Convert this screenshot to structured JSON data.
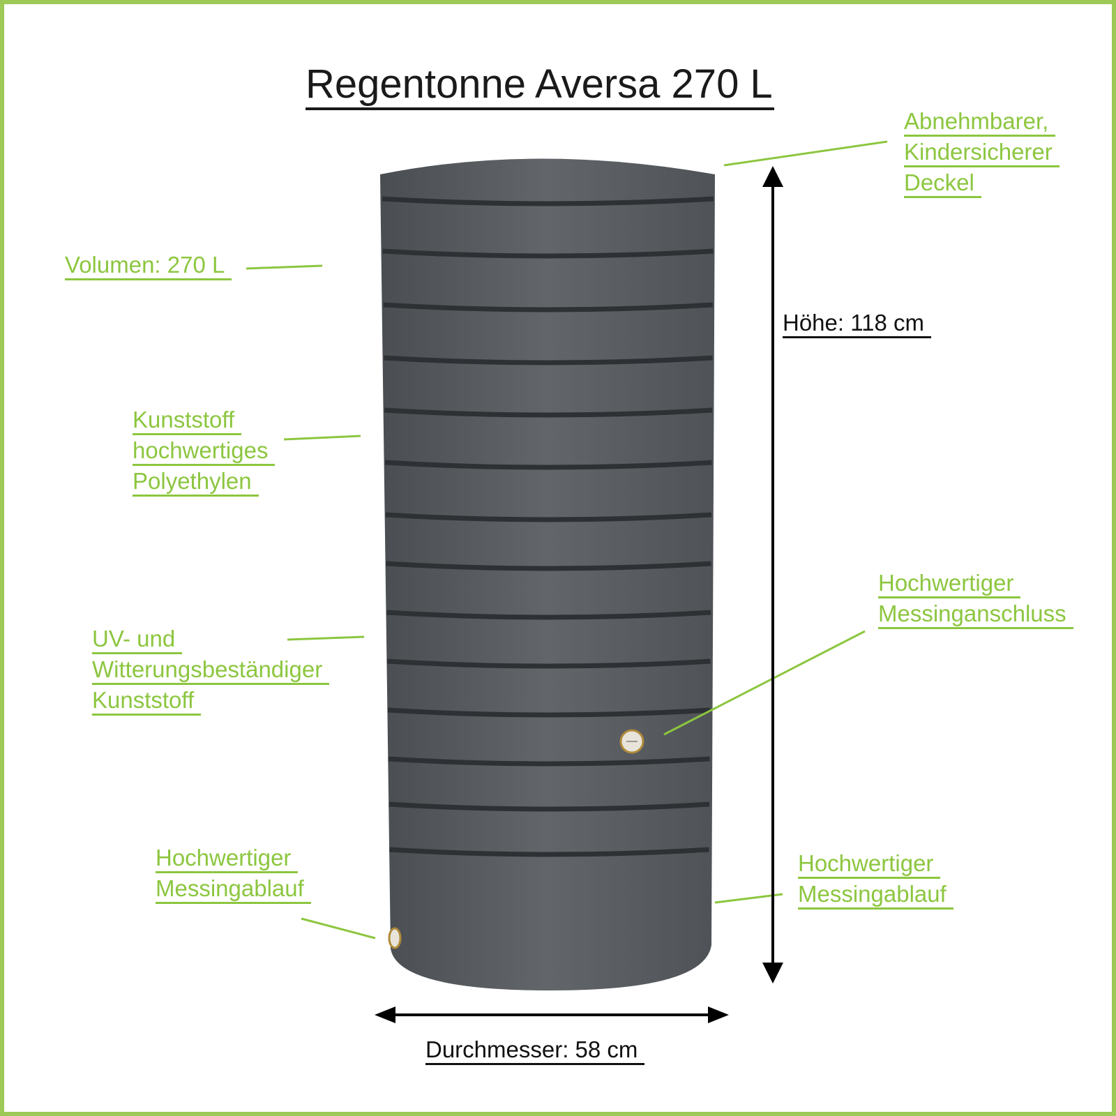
{
  "title": "Regentonne Aversa 270 L",
  "dimensions": {
    "height": "Höhe: 118 cm",
    "diameter": "Durchmesser: 58 cm"
  },
  "labels": {
    "lid": [
      "Abnehmbarer,",
      "Kindersicherer",
      "Deckel"
    ],
    "volume": [
      "Volumen: 270 L"
    ],
    "material": [
      "Kunststoff",
      "hochwertiges",
      "Polyethylen"
    ],
    "uv": [
      "UV- und",
      "Witterungsbeständiger",
      "Kunststoff"
    ],
    "connector": [
      "Hochwertiger",
      "Messinganschluss"
    ],
    "drain_left": [
      "Hochwertiger",
      "Messingablauf"
    ],
    "drain_right": [
      "Hochwertiger",
      "Messingablauf"
    ]
  },
  "colors": {
    "accent": "#8cc63f",
    "border": "#9dc957",
    "barrel": "#5a5e62",
    "text": "#1a1a1a"
  }
}
